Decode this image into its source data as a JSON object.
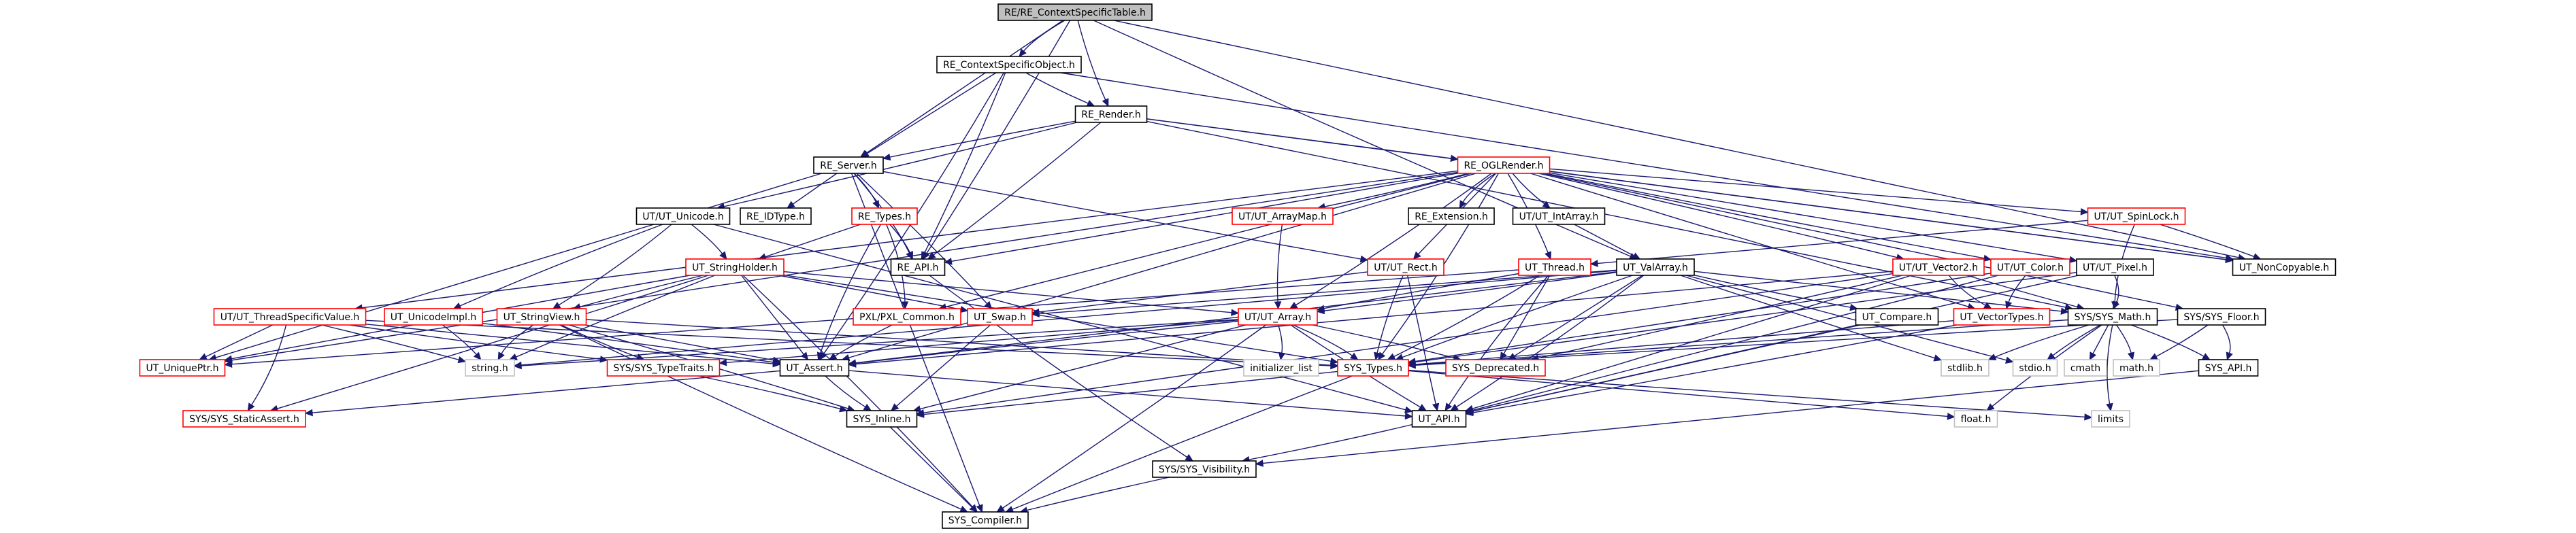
{
  "title": "RE/RE_ContextSpecificTable.h",
  "legend": {
    "root_fill": "#bfbfbf",
    "documented_border": "#000000",
    "truncated_border": "#ff0000",
    "system_border": "#bfbfbf",
    "edge_color": "#191970"
  },
  "nodes": [
    {
      "id": "root",
      "label": "RE/RE_ContextSpecificTable.h",
      "kind": "root"
    },
    {
      "id": "cso",
      "label": "RE_ContextSpecificObject.h",
      "kind": "normal"
    },
    {
      "id": "render",
      "label": "RE_Render.h",
      "kind": "normal"
    },
    {
      "id": "server",
      "label": "RE_Server.h",
      "kind": "normal"
    },
    {
      "id": "oglrender",
      "label": "RE_OGLRender.h",
      "kind": "truncated"
    },
    {
      "id": "unicode",
      "label": "UT/UT_Unicode.h",
      "kind": "normal"
    },
    {
      "id": "idtype",
      "label": "RE_IDType.h",
      "kind": "normal"
    },
    {
      "id": "retypes",
      "label": "RE_Types.h",
      "kind": "truncated"
    },
    {
      "id": "arraymap",
      "label": "UT/UT_ArrayMap.h",
      "kind": "truncated"
    },
    {
      "id": "extension",
      "label": "RE_Extension.h",
      "kind": "normal"
    },
    {
      "id": "intarray",
      "label": "UT/UT_IntArray.h",
      "kind": "normal"
    },
    {
      "id": "spinlock",
      "label": "UT/UT_SpinLock.h",
      "kind": "truncated"
    },
    {
      "id": "noncopyable",
      "label": "UT_NonCopyable.h",
      "kind": "normal"
    },
    {
      "id": "stringholder",
      "label": "UT_StringHolder.h",
      "kind": "truncated"
    },
    {
      "id": "reapi",
      "label": "RE_API.h",
      "kind": "normal"
    },
    {
      "id": "rect",
      "label": "UT/UT_Rect.h",
      "kind": "truncated"
    },
    {
      "id": "thread",
      "label": "UT_Thread.h",
      "kind": "truncated"
    },
    {
      "id": "valarray",
      "label": "UT_ValArray.h",
      "kind": "normal"
    },
    {
      "id": "vector2",
      "label": "UT/UT_Vector2.h",
      "kind": "truncated"
    },
    {
      "id": "color",
      "label": "UT/UT_Color.h",
      "kind": "truncated"
    },
    {
      "id": "pixel",
      "label": "UT/UT_Pixel.h",
      "kind": "normal"
    },
    {
      "id": "tsv",
      "label": "UT/UT_ThreadSpecificValue.h",
      "kind": "truncated"
    },
    {
      "id": "unicodeimpl",
      "label": "UT_UnicodeImpl.h",
      "kind": "truncated"
    },
    {
      "id": "stringview",
      "label": "UT_StringView.h",
      "kind": "truncated"
    },
    {
      "id": "pxlcommon",
      "label": "PXL/PXL_Common.h",
      "kind": "truncated"
    },
    {
      "id": "swap",
      "label": "UT_Swap.h",
      "kind": "truncated"
    },
    {
      "id": "utarray",
      "label": "UT/UT_Array.h",
      "kind": "truncated"
    },
    {
      "id": "compare",
      "label": "UT_Compare.h",
      "kind": "normal"
    },
    {
      "id": "vectortypes",
      "label": "UT_VectorTypes.h",
      "kind": "truncated"
    },
    {
      "id": "sysmath",
      "label": "SYS/SYS_Math.h",
      "kind": "normal"
    },
    {
      "id": "sysfloor",
      "label": "SYS/SYS_Floor.h",
      "kind": "normal"
    },
    {
      "id": "uniqueptr",
      "label": "UT_UniquePtr.h",
      "kind": "truncated"
    },
    {
      "id": "stringh",
      "label": "string.h",
      "kind": "system"
    },
    {
      "id": "typetraits",
      "label": "SYS/SYS_TypeTraits.h",
      "kind": "truncated"
    },
    {
      "id": "assert",
      "label": "UT_Assert.h",
      "kind": "normal"
    },
    {
      "id": "initlist",
      "label": "initializer_list",
      "kind": "system"
    },
    {
      "id": "systypes",
      "label": "SYS_Types.h",
      "kind": "truncated"
    },
    {
      "id": "deprecated",
      "label": "SYS_Deprecated.h",
      "kind": "truncated"
    },
    {
      "id": "stdlib",
      "label": "stdlib.h",
      "kind": "system"
    },
    {
      "id": "stdio",
      "label": "stdio.h",
      "kind": "system"
    },
    {
      "id": "cmath",
      "label": "cmath",
      "kind": "system"
    },
    {
      "id": "mathh",
      "label": "math.h",
      "kind": "system"
    },
    {
      "id": "sysapi",
      "label": "SYS_API.h",
      "kind": "normal"
    },
    {
      "id": "staticassert",
      "label": "SYS/SYS_StaticAssert.h",
      "kind": "truncated"
    },
    {
      "id": "inline",
      "label": "SYS_Inline.h",
      "kind": "normal"
    },
    {
      "id": "utapi",
      "label": "UT_API.h",
      "kind": "normal"
    },
    {
      "id": "floath",
      "label": "float.h",
      "kind": "system"
    },
    {
      "id": "limits",
      "label": "limits",
      "kind": "system"
    },
    {
      "id": "visibility",
      "label": "SYS/SYS_Visibility.h",
      "kind": "normal"
    },
    {
      "id": "compiler",
      "label": "SYS_Compiler.h",
      "kind": "normal"
    }
  ],
  "edges": [
    [
      "root",
      "cso"
    ],
    [
      "root",
      "render"
    ],
    [
      "root",
      "server"
    ],
    [
      "root",
      "reapi"
    ],
    [
      "root",
      "noncopyable"
    ],
    [
      "root",
      "valarray"
    ],
    [
      "cso",
      "render"
    ],
    [
      "cso",
      "server"
    ],
    [
      "cso",
      "reapi"
    ],
    [
      "cso",
      "assert"
    ],
    [
      "cso",
      "noncopyable"
    ],
    [
      "render",
      "server"
    ],
    [
      "render",
      "oglrender"
    ],
    [
      "render",
      "reapi"
    ],
    [
      "render",
      "unicode"
    ],
    [
      "render",
      "noncopyable"
    ],
    [
      "render",
      "sysmath"
    ],
    [
      "server",
      "idtype"
    ],
    [
      "server",
      "retypes"
    ],
    [
      "server",
      "reapi"
    ],
    [
      "server",
      "rect"
    ],
    [
      "server",
      "uniqueptr"
    ],
    [
      "server",
      "compiler"
    ],
    [
      "server",
      "swap"
    ],
    [
      "oglrender",
      "arraymap"
    ],
    [
      "oglrender",
      "extension"
    ],
    [
      "oglrender",
      "intarray"
    ],
    [
      "oglrender",
      "spinlock"
    ],
    [
      "oglrender",
      "thread"
    ],
    [
      "oglrender",
      "vector2"
    ],
    [
      "oglrender",
      "color"
    ],
    [
      "oglrender",
      "pixel"
    ],
    [
      "oglrender",
      "rect"
    ],
    [
      "oglrender",
      "reapi"
    ],
    [
      "oglrender",
      "utarray"
    ],
    [
      "oglrender",
      "tsv"
    ],
    [
      "oglrender",
      "pxlcommon"
    ],
    [
      "oglrender",
      "noncopyable"
    ],
    [
      "oglrender",
      "sysfloor"
    ],
    [
      "oglrender",
      "systypes"
    ],
    [
      "oglrender",
      "uniqueptr"
    ],
    [
      "oglrender",
      "vectortypes"
    ],
    [
      "oglrender",
      "assert"
    ],
    [
      "unicode",
      "stringholder"
    ],
    [
      "unicode",
      "stringview"
    ],
    [
      "unicode",
      "unicodeimpl"
    ],
    [
      "unicode",
      "utapi"
    ],
    [
      "retypes",
      "stringholder"
    ],
    [
      "retypes",
      "reapi"
    ],
    [
      "retypes",
      "pxlcommon"
    ],
    [
      "retypes",
      "assert"
    ],
    [
      "arraymap",
      "utarray"
    ],
    [
      "intarray",
      "valarray"
    ],
    [
      "spinlock",
      "noncopyable"
    ],
    [
      "spinlock",
      "thread"
    ],
    [
      "spinlock",
      "sysmath"
    ],
    [
      "stringholder",
      "stringview"
    ],
    [
      "stringholder",
      "assert"
    ],
    [
      "stringholder",
      "swap"
    ],
    [
      "stringholder",
      "utarray"
    ],
    [
      "stringholder",
      "uniqueptr"
    ],
    [
      "stringholder",
      "stringh"
    ],
    [
      "stringholder",
      "systypes"
    ],
    [
      "stringholder",
      "staticassert"
    ],
    [
      "stringholder",
      "compiler"
    ],
    [
      "reapi",
      "visibility"
    ],
    [
      "rect",
      "systypes"
    ],
    [
      "rect",
      "utapi"
    ],
    [
      "rect",
      "swap"
    ],
    [
      "thread",
      "systypes"
    ],
    [
      "thread",
      "utapi"
    ],
    [
      "thread",
      "utarray"
    ],
    [
      "thread",
      "deprecated"
    ],
    [
      "thread",
      "uniqueptr"
    ],
    [
      "valarray",
      "utarray"
    ],
    [
      "valarray",
      "compare"
    ],
    [
      "valarray",
      "systypes"
    ],
    [
      "valarray",
      "deprecated"
    ],
    [
      "valarray",
      "sysmath"
    ],
    [
      "valarray",
      "utapi"
    ],
    [
      "valarray",
      "swap"
    ],
    [
      "valarray",
      "stdlib"
    ],
    [
      "valarray",
      "stdio"
    ],
    [
      "valarray",
      "assert"
    ],
    [
      "valarray",
      "stringh"
    ],
    [
      "vector2",
      "vectortypes"
    ],
    [
      "vector2",
      "sysmath"
    ],
    [
      "vector2",
      "utapi"
    ],
    [
      "vector2",
      "deprecated"
    ],
    [
      "vector2",
      "inline"
    ],
    [
      "vector2",
      "assert"
    ],
    [
      "color",
      "vectortypes"
    ],
    [
      "color",
      "systypes"
    ],
    [
      "color",
      "utapi"
    ],
    [
      "pixel",
      "sysmath"
    ],
    [
      "pixel",
      "systypes"
    ],
    [
      "pixel",
      "utapi"
    ],
    [
      "tsv",
      "uniqueptr"
    ],
    [
      "tsv",
      "stringh"
    ],
    [
      "tsv",
      "staticassert"
    ],
    [
      "tsv",
      "typetraits"
    ],
    [
      "tsv",
      "assert"
    ],
    [
      "tsv",
      "systypes"
    ],
    [
      "unicodeimpl",
      "stringh"
    ],
    [
      "unicodeimpl",
      "assert"
    ],
    [
      "stringview",
      "stringh"
    ],
    [
      "stringview",
      "typetraits"
    ],
    [
      "stringview",
      "assert"
    ],
    [
      "stringview",
      "systypes"
    ],
    [
      "stringview",
      "inline"
    ],
    [
      "stringview",
      "compiler"
    ],
    [
      "pxlcommon",
      "assert"
    ],
    [
      "swap",
      "inline"
    ],
    [
      "utarray",
      "initlist"
    ],
    [
      "utarray",
      "systypes"
    ],
    [
      "utarray",
      "assert"
    ],
    [
      "utarray",
      "utapi"
    ],
    [
      "utarray",
      "inline"
    ],
    [
      "utarray",
      "compiler"
    ],
    [
      "utarray",
      "deprecated"
    ],
    [
      "utarray",
      "typetraits"
    ],
    [
      "utarray",
      "stringh"
    ],
    [
      "compare",
      "utapi"
    ],
    [
      "vectortypes",
      "systypes"
    ],
    [
      "vectortypes",
      "utapi"
    ],
    [
      "sysmath",
      "stdlib"
    ],
    [
      "sysmath",
      "stdio"
    ],
    [
      "sysmath",
      "cmath"
    ],
    [
      "sysmath",
      "mathh"
    ],
    [
      "sysmath",
      "sysapi"
    ],
    [
      "sysmath",
      "limits"
    ],
    [
      "sysmath",
      "floath"
    ],
    [
      "sysmath",
      "systypes"
    ],
    [
      "sysfloor",
      "mathh"
    ],
    [
      "sysfloor",
      "sysapi"
    ],
    [
      "sysfloor",
      "systypes"
    ],
    [
      "assert",
      "inline"
    ],
    [
      "assert",
      "utapi"
    ],
    [
      "assert",
      "staticassert"
    ],
    [
      "typetraits",
      "inline"
    ],
    [
      "systypes",
      "inline"
    ],
    [
      "systypes",
      "compiler"
    ],
    [
      "systypes",
      "floath"
    ],
    [
      "systypes",
      "limits"
    ],
    [
      "utapi",
      "visibility"
    ],
    [
      "sysapi",
      "visibility"
    ],
    [
      "visibility",
      "compiler"
    ],
    [
      "inline",
      "compiler"
    ]
  ]
}
